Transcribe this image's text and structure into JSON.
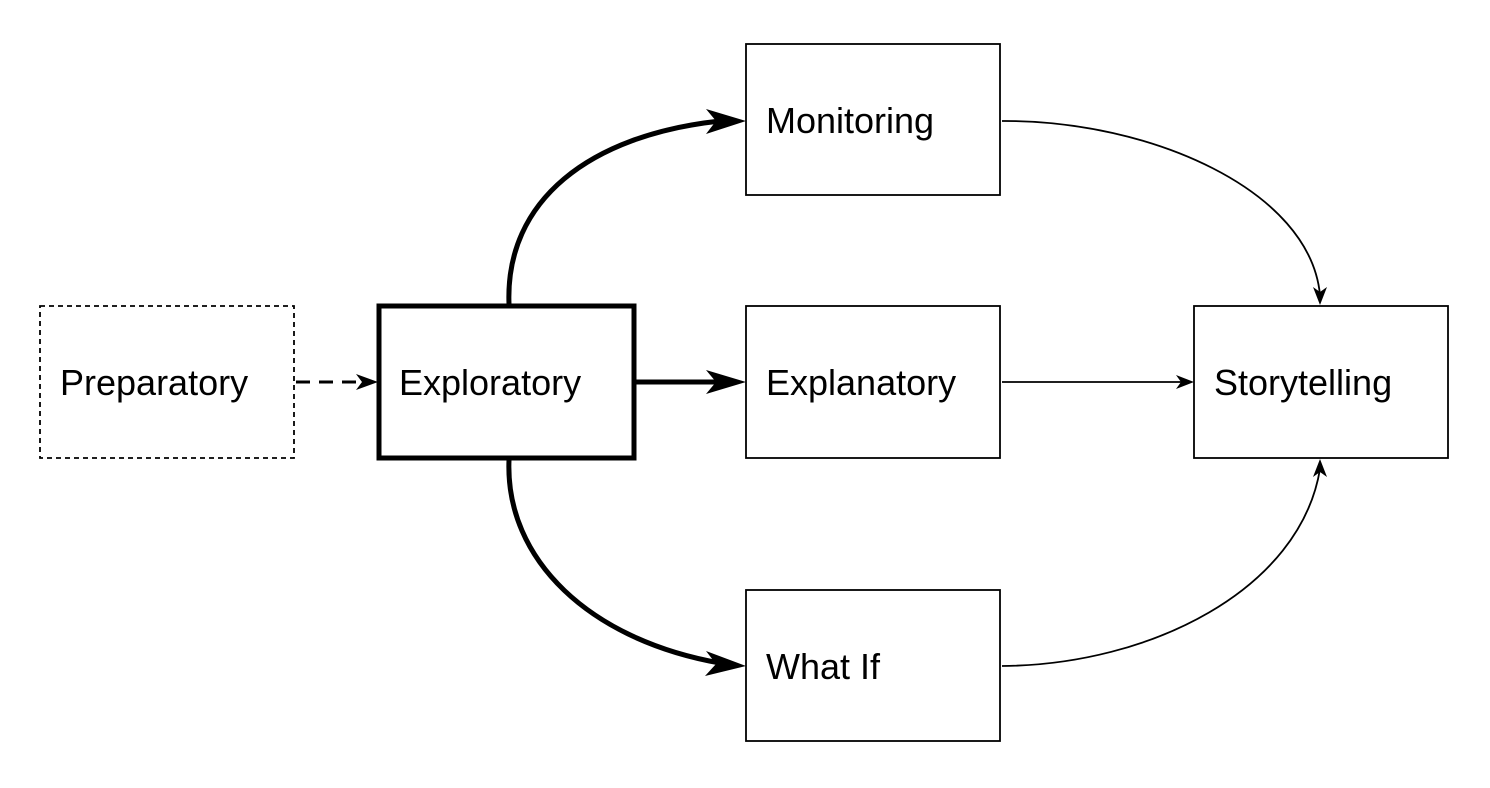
{
  "nodes": {
    "preparatory": {
      "label": "Preparatory",
      "border": "dashed"
    },
    "exploratory": {
      "label": "Exploratory",
      "border": "thick"
    },
    "monitoring": {
      "label": "Monitoring",
      "border": "thin"
    },
    "explanatory": {
      "label": "Explanatory",
      "border": "thin"
    },
    "what_if": {
      "label": "What If",
      "border": "thin"
    },
    "storytelling": {
      "label": "Storytelling",
      "border": "thin"
    }
  },
  "edges": [
    {
      "from": "Preparatory",
      "to": "Exploratory",
      "style": "dashed"
    },
    {
      "from": "Exploratory",
      "to": "Monitoring",
      "style": "thick"
    },
    {
      "from": "Exploratory",
      "to": "Explanatory",
      "style": "thick"
    },
    {
      "from": "Exploratory",
      "to": "What If",
      "style": "thick"
    },
    {
      "from": "Monitoring",
      "to": "Storytelling",
      "style": "thin"
    },
    {
      "from": "Explanatory",
      "to": "Storytelling",
      "style": "thin"
    },
    {
      "from": "What If",
      "to": "Storytelling",
      "style": "thin"
    }
  ],
  "colors": {
    "stroke": "#000000",
    "background": "#ffffff"
  }
}
